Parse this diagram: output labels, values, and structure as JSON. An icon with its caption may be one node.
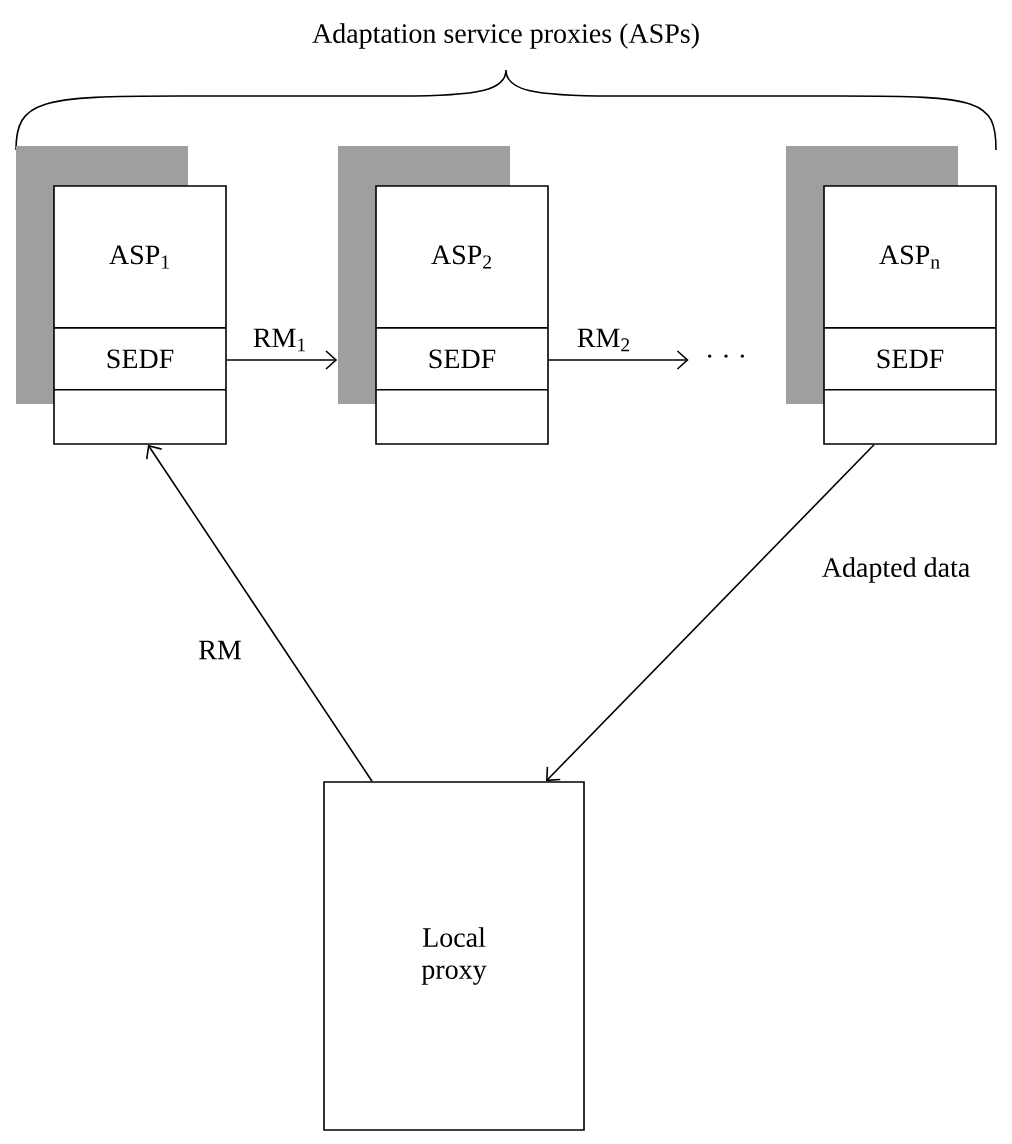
{
  "diagram": {
    "title": "Adaptation service proxies (ASPs)",
    "nodes": [
      {
        "text": [
          "ASP$_{1}$",
          "SEDF"
        ]
      },
      {
        "text": [
          "ASP$_{2}$",
          "SEDF"
        ]
      },
      {
        "text": [
          "· · ·"
        ]
      },
      {
        "text": [
          "ASP$_{n}$",
          "SEDF"
        ]
      },
      {
        "text": [
          "Local proxy"
        ]
      }
    ],
    "edges": [
      {
        "from": 0,
        "to": 1,
        "arrow": "to",
        "label": "RM$_{1}$"
      },
      {
        "from": 1,
        "to": 2,
        "arrow": "to",
        "label": "RM$_{2}$"
      },
      {
        "from": 4,
        "to": 0,
        "arrow": "to",
        "label": "RM"
      },
      {
        "from": 3,
        "to": 4,
        "arrow": "to",
        "label": "Adapted data"
      }
    ]
  }
}
